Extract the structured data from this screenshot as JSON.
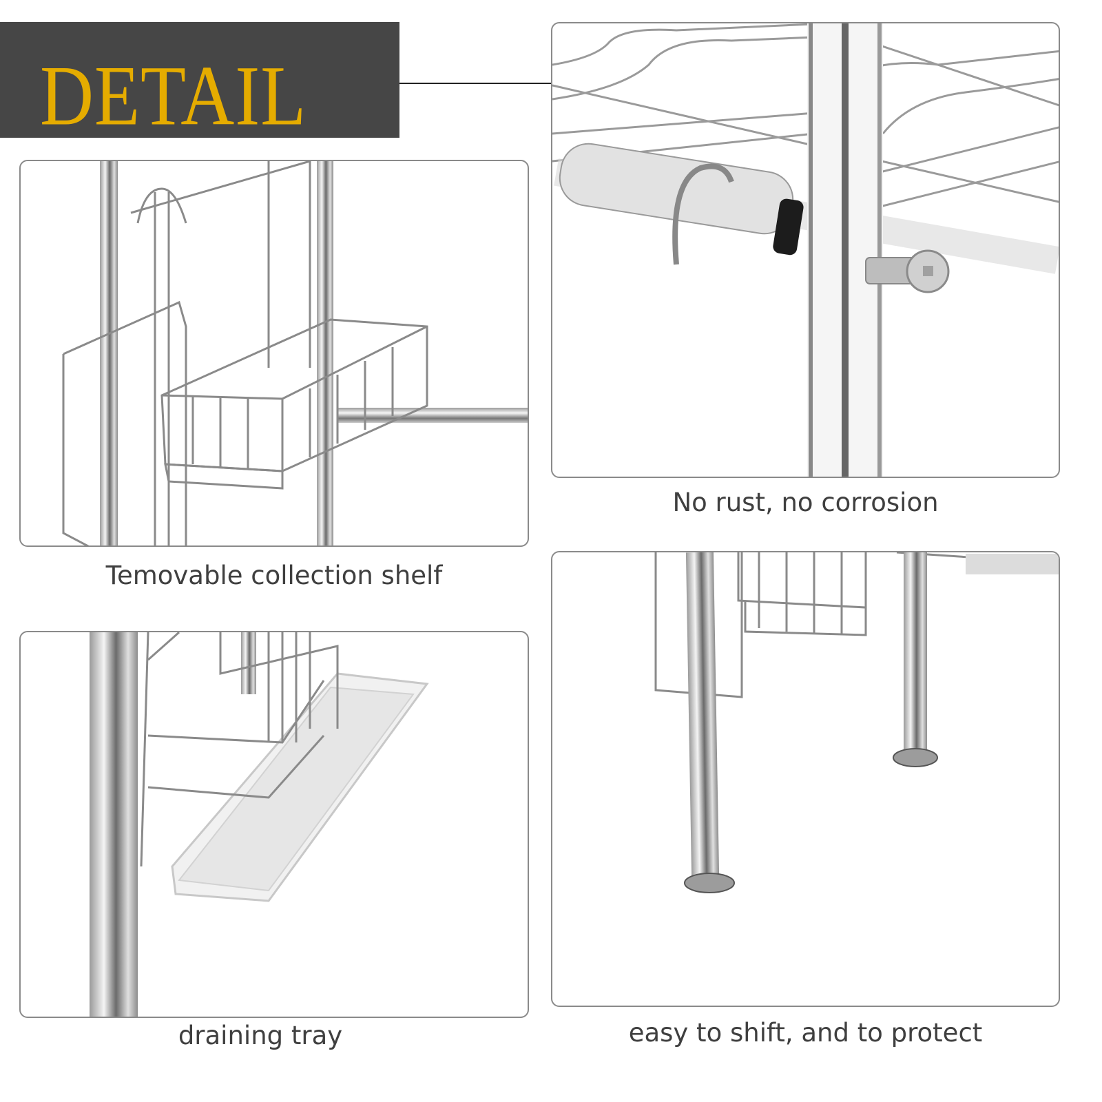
{
  "header": {
    "title": "DETAIL",
    "banner_color": "#464646",
    "title_color": "#e5ac00"
  },
  "panels": [
    {
      "id": "top-left",
      "caption": "Temovable collection shelf",
      "depicts": "wire basket hanging on rack pole"
    },
    {
      "id": "top-right",
      "caption": "No rust, no corrosion",
      "depicts": "chrome rod joint with hex screw"
    },
    {
      "id": "bottom-left",
      "caption": "draining tray",
      "depicts": "white plastic draining tray under basket"
    },
    {
      "id": "bottom-right",
      "caption": "easy to shift, and to protect",
      "depicts": "rack legs with adjustable foot pads"
    }
  ]
}
